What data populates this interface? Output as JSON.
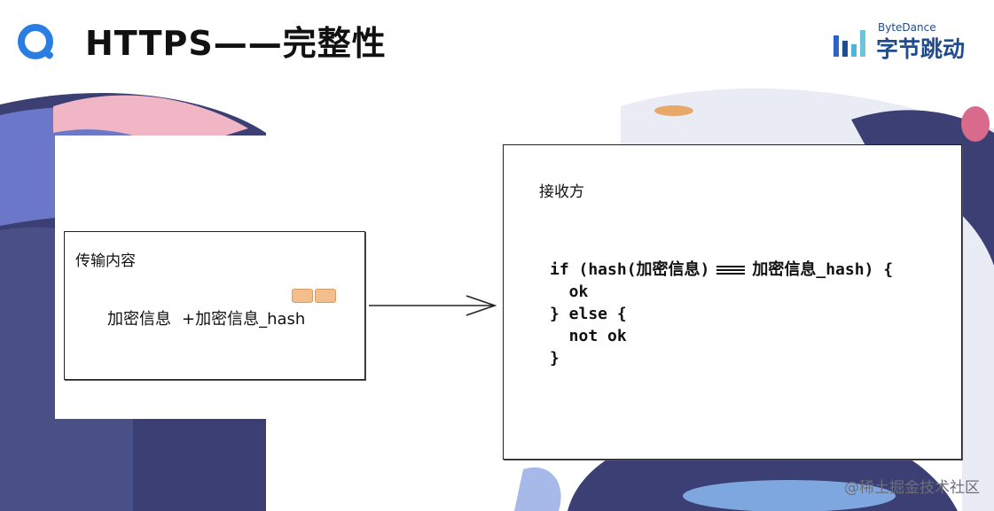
{
  "header": {
    "title": "HTTPS——完整性",
    "brand_en": "ByteDance",
    "brand_cn": "字节跳动"
  },
  "sender": {
    "title": "传输内容",
    "payload_part1": "加密信息",
    "payload_plus": "+",
    "payload_part2": "加密信息_hash"
  },
  "receiver": {
    "title": "接收方",
    "code": {
      "line1_a": "if (hash(加密信息)",
      "line1_b": "加密信息_hash) {",
      "line2": "  ok",
      "line3": "} else {",
      "line4": "  not ok",
      "line5": "}"
    }
  },
  "footer": {
    "watermark": "@稀土掘金技术社区"
  },
  "colors": {
    "brand_blue": "#1f4b8f",
    "logo_blue": "#2a7de1",
    "highlight": "#f4bd8c",
    "bg_navy": "#3b3f73"
  },
  "icons": {
    "logo": "q-logo-icon",
    "brand": "bytedance-bars-icon",
    "arrow": "right-arrow-icon",
    "highlight": "highlighter-mark-icon"
  }
}
